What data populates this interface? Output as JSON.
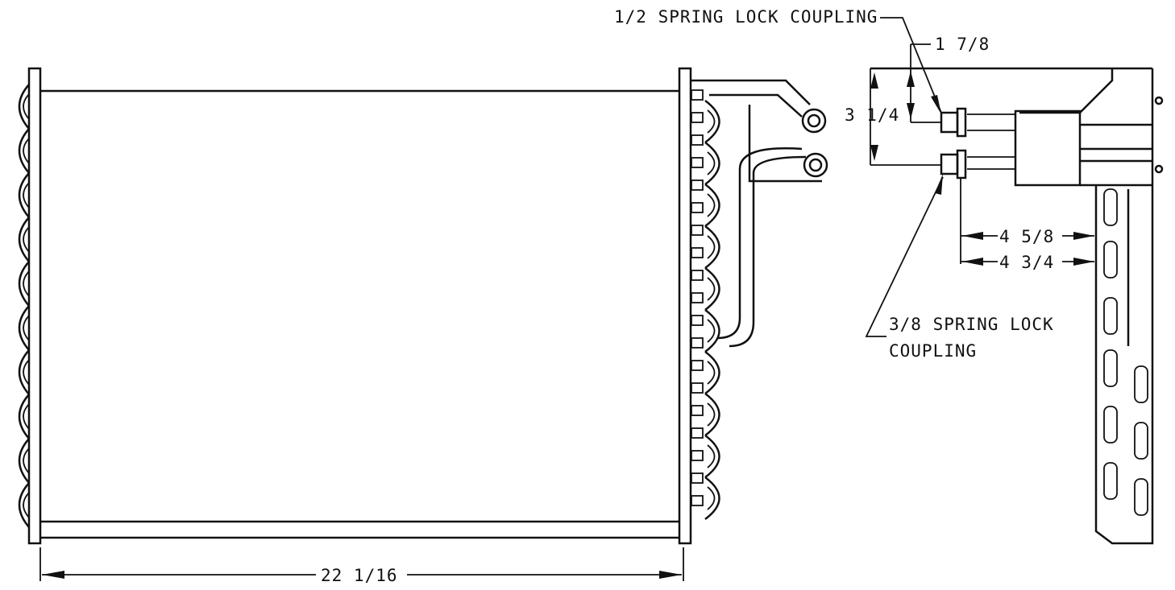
{
  "drawing": {
    "labels": {
      "half_coupling": "1/2 SPRING LOCK COUPLING",
      "three_eighths_coupling_line1": "3/8 SPRING LOCK",
      "three_eighths_coupling_line2": "COUPLING",
      "dim_width": "22 1/16",
      "dim_1_7_8": "1 7/8",
      "dim_3_1_4": "3 1/4",
      "dim_4_5_8": "4 5/8",
      "dim_4_3_4": "4 3/4"
    }
  }
}
